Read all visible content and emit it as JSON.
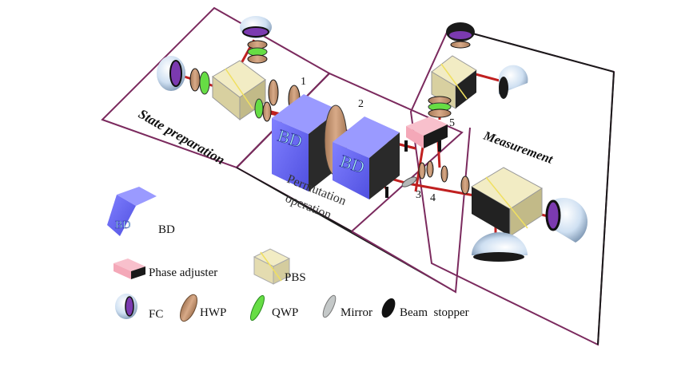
{
  "regions": {
    "state_preparation": "State preparation",
    "permutation_operation_line1": "Permutation",
    "permutation_operation_line2": "operation",
    "measurement": "Measurement"
  },
  "component_numbers": [
    "1",
    "2",
    "3",
    "4",
    "5"
  ],
  "bd_labels": [
    "BD",
    "BD",
    "BD"
  ],
  "legend": {
    "bd": "BD",
    "phase_adjuster": "Phase adjuster",
    "pbs": "PBS",
    "fc": "FC",
    "hwp": "HWP",
    "qwp": "QWP",
    "mirror": "Mirror",
    "beam_stopper": "Beam  stopper"
  },
  "colors": {
    "frame": "#7b2a5e",
    "frame_dark": "#1a1a1a",
    "bd": "#6f6ff2",
    "bd_text": "#a9f2f2",
    "pbs": "#e8e0b4",
    "pbs_diag": "#f0e080",
    "phase_adjuster": "#f4a8b8",
    "hwp": "#c89a78",
    "qwp": "#66dd44",
    "fc_shell": "#d8e6f4",
    "fc_face": "#7b3ab0",
    "beam": "#c02020",
    "stopper": "#111111",
    "mirror": "#a0a4a4"
  }
}
